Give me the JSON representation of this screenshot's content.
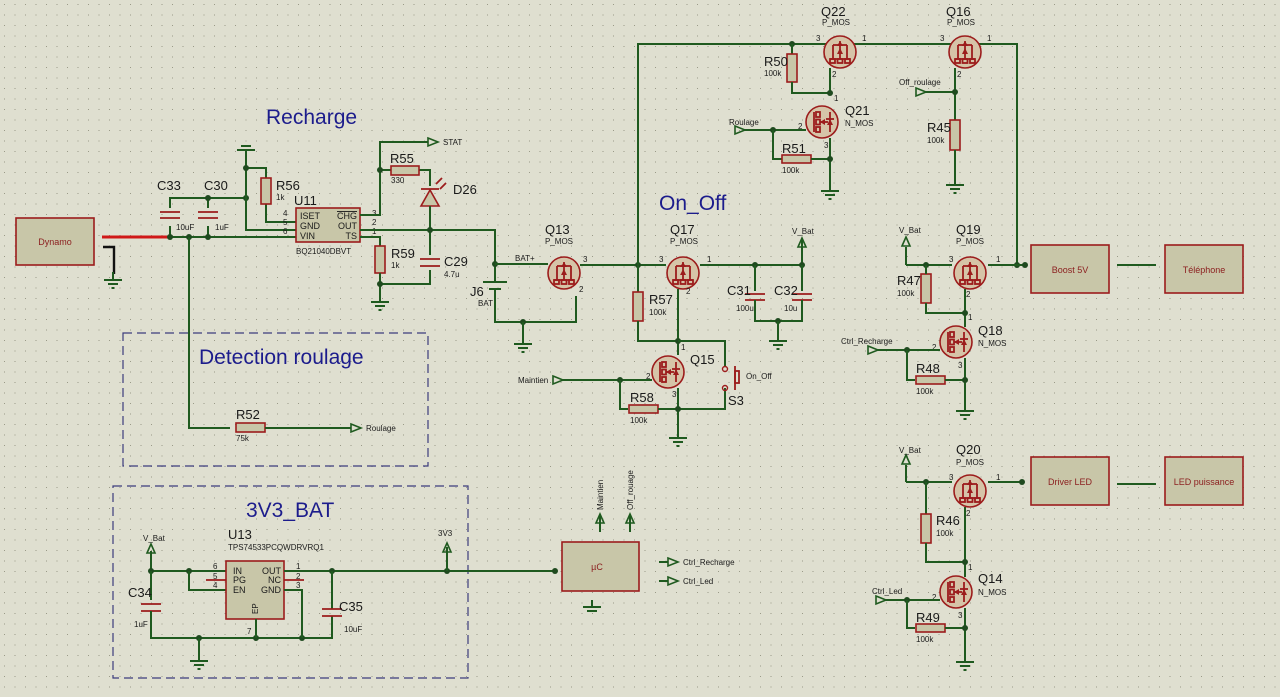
{
  "sections": {
    "recharge": "Recharge",
    "on_off": "On_Off",
    "detection": "Detection roulage",
    "regulator": "3V3_BAT"
  },
  "blocks": {
    "dynamo": "Dynamo",
    "boost": "Boost 5V",
    "telephone": "Téléphone",
    "driver_led": "Driver LED",
    "led_puissance": "LED puissance",
    "uc": "µC"
  },
  "components": {
    "C33": {
      "ref": "C33",
      "value": "10uF"
    },
    "C30": {
      "ref": "C30",
      "value": "1uF"
    },
    "R56": {
      "ref": "R56",
      "value": "1k"
    },
    "U11": {
      "ref": "U11",
      "part": "BQ21040DBVT",
      "pins_left": [
        {
          "num": "4",
          "name": "ISET"
        },
        {
          "num": "5",
          "name": "GND"
        },
        {
          "num": "6",
          "name": "VIN"
        }
      ],
      "pins_right": [
        {
          "num": "3",
          "name": "CHG"
        },
        {
          "num": "2",
          "name": "OUT"
        },
        {
          "num": "1",
          "name": "TS"
        }
      ]
    },
    "R55": {
      "ref": "R55",
      "value": "330"
    },
    "D26": {
      "ref": "D26"
    },
    "R59": {
      "ref": "R59",
      "value": "1k"
    },
    "C29": {
      "ref": "C29",
      "value": "4.7u"
    },
    "J6": {
      "ref": "J6",
      "value": "BAT"
    },
    "Q13": {
      "ref": "Q13",
      "type": "P_MOS"
    },
    "Q17": {
      "ref": "Q17",
      "type": "P_MOS"
    },
    "R57": {
      "ref": "R57",
      "value": "100k"
    },
    "C31": {
      "ref": "C31",
      "value": "100u"
    },
    "C32": {
      "ref": "C32",
      "value": "10u"
    },
    "Q15": {
      "ref": "Q15"
    },
    "S3": {
      "ref": "S3",
      "value": "On_Off"
    },
    "R58": {
      "ref": "R58",
      "value": "100k"
    },
    "Q22": {
      "ref": "Q22",
      "type": "P_MOS"
    },
    "Q16": {
      "ref": "Q16",
      "type": "P_MOS"
    },
    "R50": {
      "ref": "R50",
      "value": "100k"
    },
    "Q21": {
      "ref": "Q21",
      "type": "N_MOS"
    },
    "R51": {
      "ref": "R51",
      "value": "100k"
    },
    "R45": {
      "ref": "R45",
      "value": "100k"
    },
    "Q19": {
      "ref": "Q19",
      "type": "P_MOS"
    },
    "R47": {
      "ref": "R47",
      "value": "100k"
    },
    "Q18": {
      "ref": "Q18",
      "type": "N_MOS"
    },
    "R48": {
      "ref": "R48",
      "value": "100k"
    },
    "Q20": {
      "ref": "Q20",
      "type": "P_MOS"
    },
    "R46": {
      "ref": "R46",
      "value": "100k"
    },
    "Q14": {
      "ref": "Q14",
      "type": "N_MOS"
    },
    "R49": {
      "ref": "R49",
      "value": "100k"
    },
    "R52": {
      "ref": "R52",
      "value": "75k"
    },
    "U13": {
      "ref": "U13",
      "part": "TPS74533PCQWDRVRQ1",
      "pins_left": [
        {
          "num": "6",
          "name": "IN"
        },
        {
          "num": "5",
          "name": "PG"
        },
        {
          "num": "4",
          "name": "EN"
        }
      ],
      "pins_right": [
        {
          "num": "1",
          "name": "OUT"
        },
        {
          "num": "2",
          "name": "NC"
        },
        {
          "num": "3",
          "name": "GND"
        }
      ],
      "pin_bottom": {
        "num": "7",
        "name": "EP"
      }
    },
    "C34": {
      "ref": "C34",
      "value": "1uF"
    },
    "C35": {
      "ref": "C35",
      "value": "10uF"
    }
  },
  "nets": {
    "stat": "STAT",
    "bat_plus": "BAT+",
    "v_bat": "V_Bat",
    "roulage": "Roulage",
    "off_roulage": "Off_roulage",
    "maintien": "Maintien",
    "ctrl_recharge": "Ctrl_Recharge",
    "ctrl_led": "Ctrl_Led",
    "v3v3": "3V3",
    "uc_maintien": "Maintien",
    "uc_off_roulage": "Off_rouage"
  },
  "pin_numbers": {
    "p1": "1",
    "p2": "2",
    "p3": "3"
  }
}
